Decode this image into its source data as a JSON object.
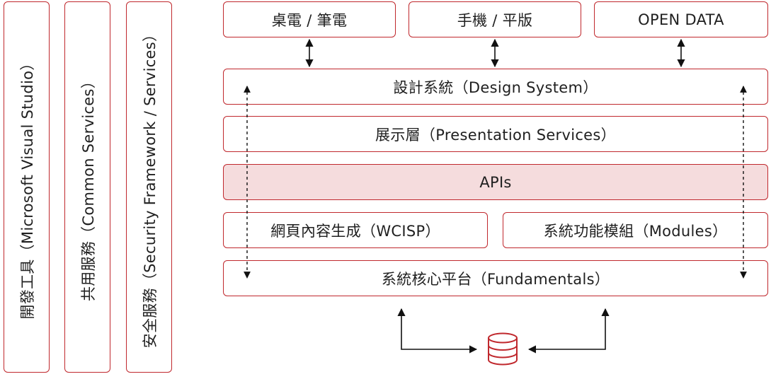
{
  "side_columns": [
    {
      "label": "開發工具（Microsoft Visual Studio）"
    },
    {
      "label": "共用服務（Common Services）"
    },
    {
      "label": "安全服務（Security Framework / Services）"
    }
  ],
  "clients": [
    {
      "label": "桌電 / 筆電"
    },
    {
      "label": "手機 / 平版"
    },
    {
      "label": "OPEN DATA"
    }
  ],
  "layers": {
    "design_system": "設計系統（Design System）",
    "presentation": "展示層（Presentation Services）",
    "apis": "APIs",
    "wcisp": "網頁內容生成（WCISP）",
    "modules": "系統功能模組（Modules）",
    "fundamentals": "系統核心平台（Fundamentals）"
  },
  "icons": {
    "database": "database-icon"
  },
  "colors": {
    "accent": "#c0282d",
    "apis_fill": "#f5dcdd"
  }
}
